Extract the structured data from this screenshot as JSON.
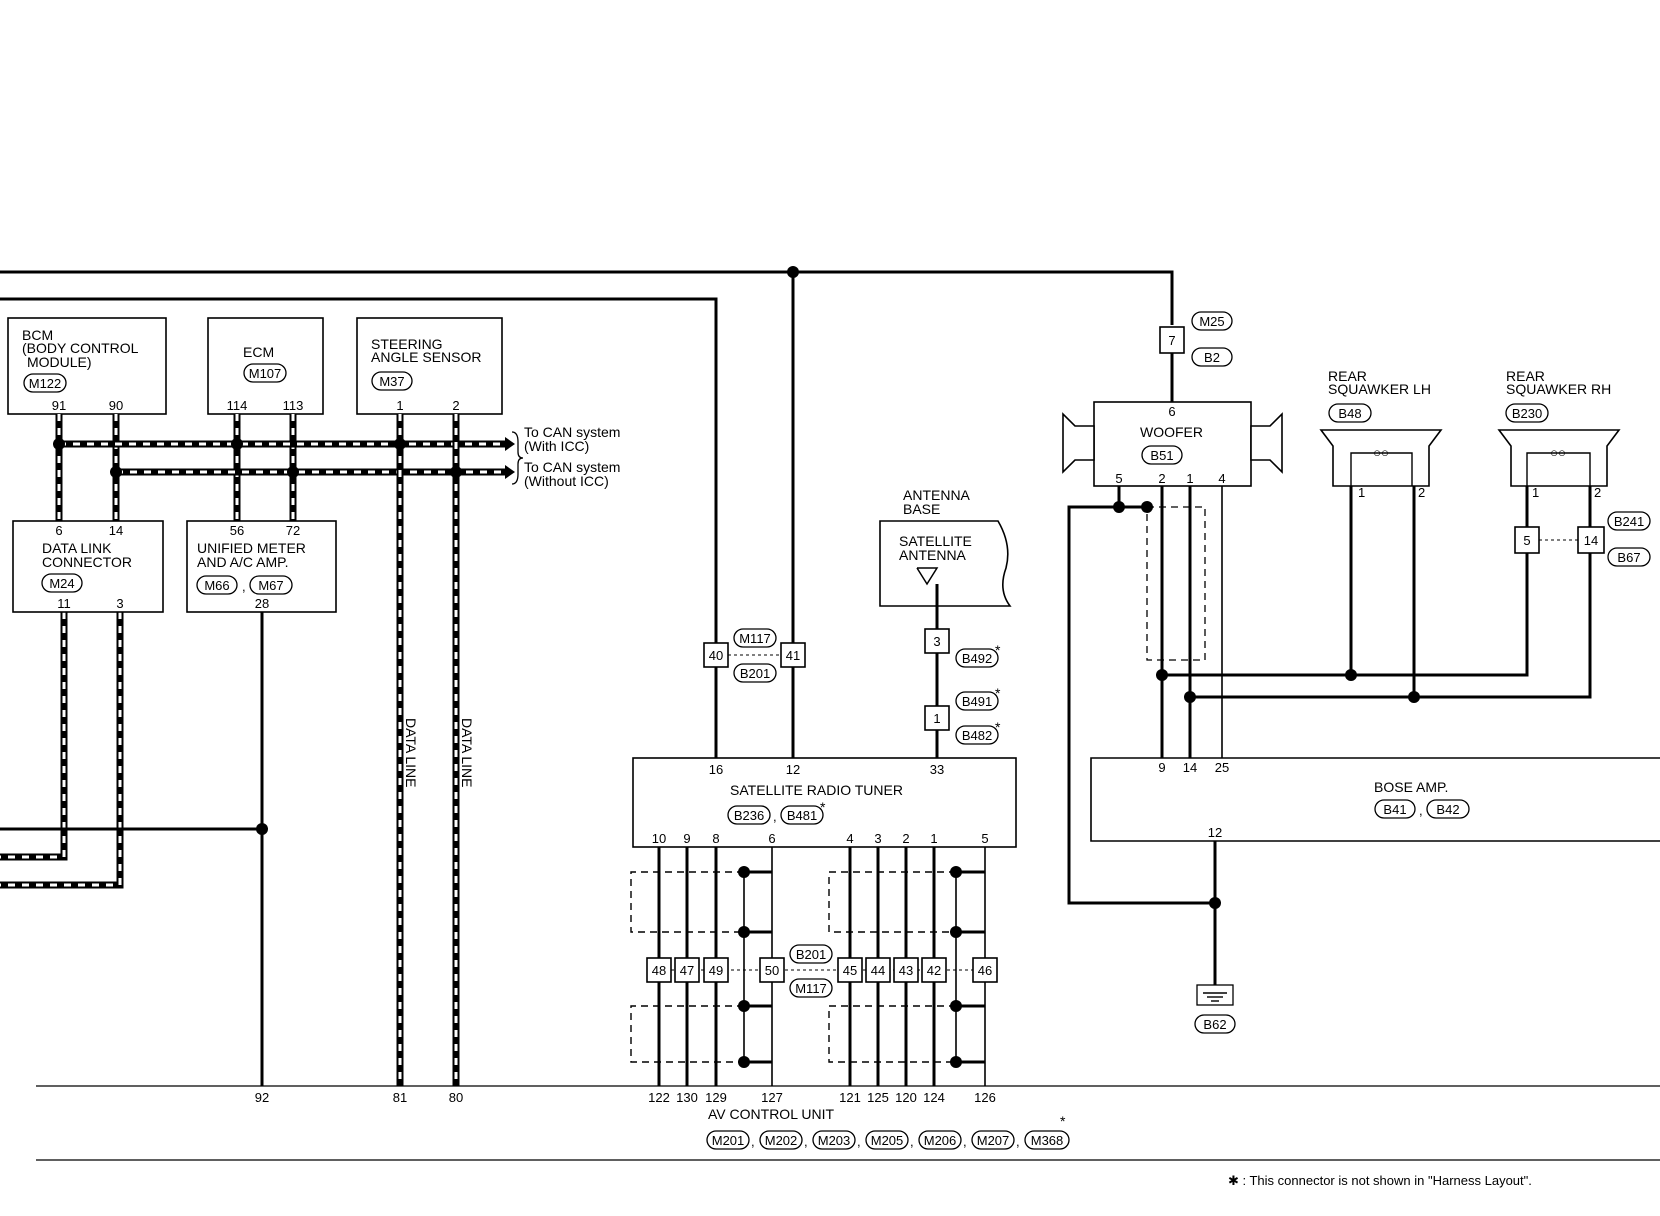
{
  "bcm": {
    "name1": "BCM",
    "name2": "(BODY CONTROL",
    "name3": "MODULE)",
    "conn": "M122",
    "pin_a": "91",
    "pin_b": "90"
  },
  "ecm": {
    "name": "ECM",
    "conn": "M107",
    "pin_a": "114",
    "pin_b": "113"
  },
  "sas": {
    "name1": "STEERING",
    "name2": "ANGLE SENSOR",
    "conn": "M37",
    "pin_a": "1",
    "pin_b": "2"
  },
  "can_notes": {
    "to1": "To CAN system",
    "with": "(With ICC)",
    "to2": "To CAN system",
    "without": "(Without ICC)"
  },
  "dlc": {
    "name1": "DATA LINK",
    "name2": "CONNECTOR",
    "conn": "M24",
    "pin_top_a": "6",
    "pin_top_b": "14",
    "pin_bot_a": "11",
    "pin_bot_b": "3"
  },
  "meter": {
    "name1": "UNIFIED METER",
    "name2": "AND A/C AMP.",
    "conn_a": "M66",
    "conn_b": "M67",
    "pin_top_a": "56",
    "pin_top_b": "72",
    "pin_bot": "28"
  },
  "data_line": "DATA LINE",
  "joint1": {
    "pin_a": "40",
    "pin_b": "41",
    "conn_a": "M117",
    "conn_b": "B201"
  },
  "antenna": {
    "base1": "ANTENNA",
    "base2": "BASE",
    "sat1": "SATELLITE",
    "sat2": "ANTENNA",
    "pin_a": "3",
    "conn_a": "B492",
    "pin_b": "1",
    "conn_b1": "B491",
    "conn_b2": "B482"
  },
  "tuner": {
    "name": "SATELLITE RADIO TUNER",
    "conn_a": "B236",
    "conn_b": "B481",
    "pins_top": [
      "16",
      "12",
      "33"
    ],
    "pins_bottom": [
      "10",
      "9",
      "8",
      "6",
      "4",
      "3",
      "2",
      "1",
      "5"
    ]
  },
  "joint2": {
    "pins": [
      "48",
      "47",
      "49",
      "50",
      "45",
      "44",
      "43",
      "42",
      "46"
    ],
    "conn_a": "B201",
    "conn_b": "M117"
  },
  "avcu": {
    "name": "AV CONTROL UNIT",
    "conns": [
      "M201",
      "M202",
      "M203",
      "M205",
      "M206",
      "M207",
      "M368"
    ],
    "pins": [
      "92",
      "81",
      "80",
      "122",
      "130",
      "129",
      "127",
      "121",
      "125",
      "120",
      "124",
      "126"
    ]
  },
  "m25": {
    "pin": "7",
    "conn_a": "M25",
    "conn_b": "B2"
  },
  "woofer": {
    "name": "WOOFER",
    "conn": "B51",
    "pin_top": "6",
    "pins": [
      "5",
      "2",
      "1",
      "4"
    ]
  },
  "sq_lh": {
    "name1": "REAR",
    "name2": "SQUAWKER LH",
    "conn": "B48",
    "pin_a": "1",
    "pin_b": "2"
  },
  "sq_rh": {
    "name1": "REAR",
    "name2": "SQUAWKER RH",
    "conn": "B230",
    "pin_a": "1",
    "pin_b": "2"
  },
  "joint3": {
    "pin_a": "5",
    "pin_b": "14",
    "conn_a": "B241",
    "conn_b": "B67"
  },
  "bose": {
    "name": "BOSE AMP.",
    "conn_a": "B41",
    "conn_b": "B42",
    "pins_top": [
      "9",
      "14",
      "25"
    ],
    "pin_bot": "12"
  },
  "ground": {
    "conn": "B62"
  },
  "footnote": "✱ : This connector is not shown in \"Harness Layout\".",
  "star": "*",
  "comma": ","
}
